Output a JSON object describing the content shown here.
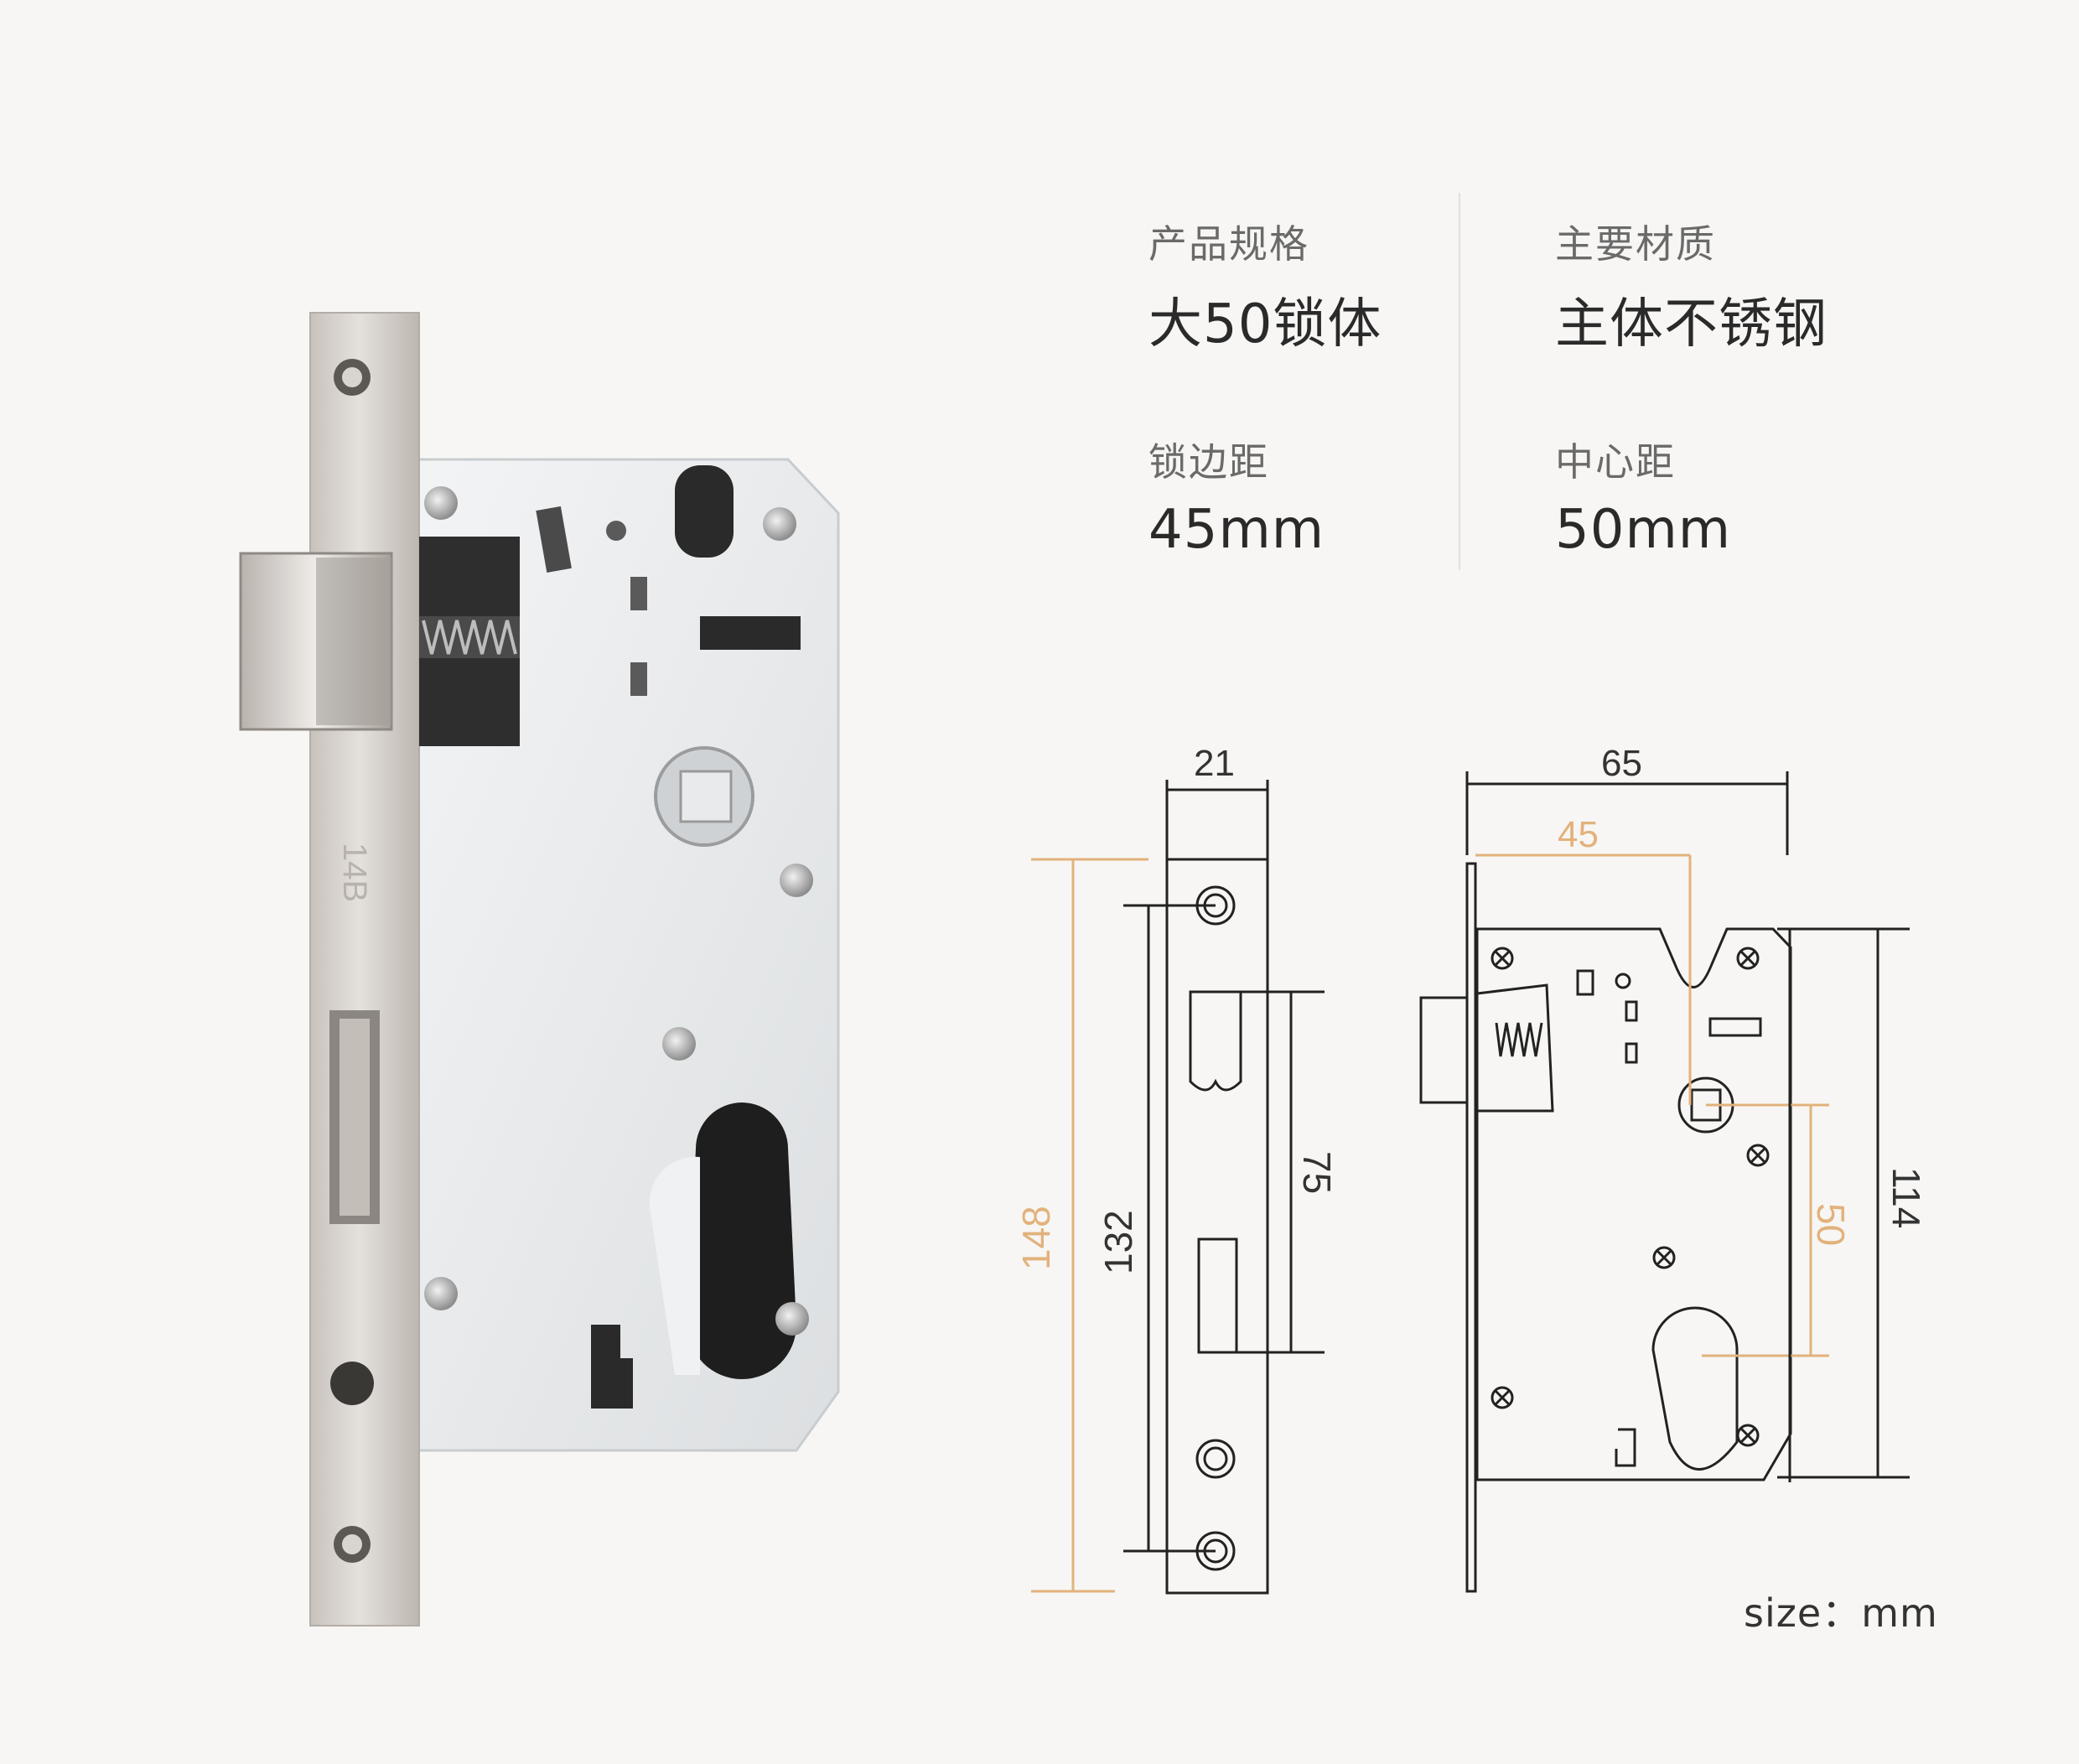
{
  "specs": {
    "spec_label": "产品规格",
    "spec_value": "大50锁体",
    "material_label": "主要材质",
    "material_value": "主体不锈钢",
    "backset_label": "锁边距",
    "backset_value": "45mm",
    "center_label": "中心距",
    "center_value": "50mm"
  },
  "stamp_text": "14B",
  "dimensions": {
    "faceplate_width": "21",
    "body_width": "65",
    "backset": "45",
    "faceplate_length": "148",
    "screw_spacing": "132",
    "latch_to_bolt": "75",
    "center_distance": "50",
    "body_height": "114"
  },
  "size_note": "size：mm",
  "colors": {
    "dimension_line": "#222222",
    "highlight_dimension": "#e2b27c",
    "plate_steel": "#d9d4cf",
    "case_steel": "#eceeef"
  }
}
